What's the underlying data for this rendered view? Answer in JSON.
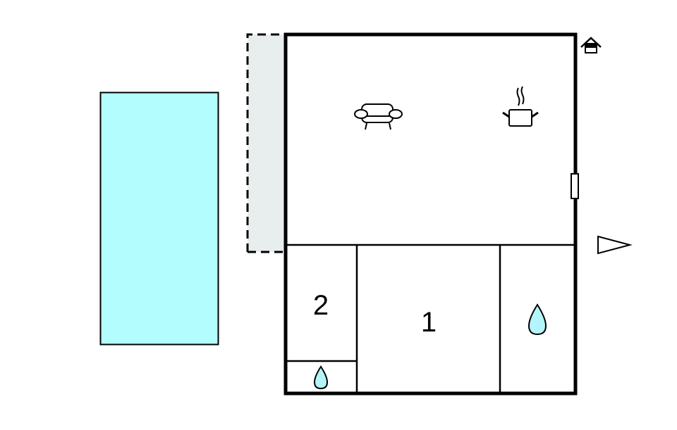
{
  "floorplan": {
    "rooms": [
      {
        "id": "living-kitchen",
        "label": ""
      },
      {
        "id": "bedroom-2",
        "label": "2"
      },
      {
        "id": "bedroom-1",
        "label": "1"
      },
      {
        "id": "bathroom-small",
        "label": ""
      },
      {
        "id": "bathroom-right",
        "label": ""
      }
    ],
    "icons": {
      "entrance": "house-icon",
      "living": "armchair-icon",
      "kitchen": "cooking-pot-icon",
      "bathroom": "water-drop-icon",
      "window": "window-icon",
      "direction": "arrow-right-icon"
    },
    "colors": {
      "pool": "#b3fdff",
      "terrace": "#e8eeee",
      "wall": "#000000",
      "water": "#b3f5fa"
    }
  }
}
